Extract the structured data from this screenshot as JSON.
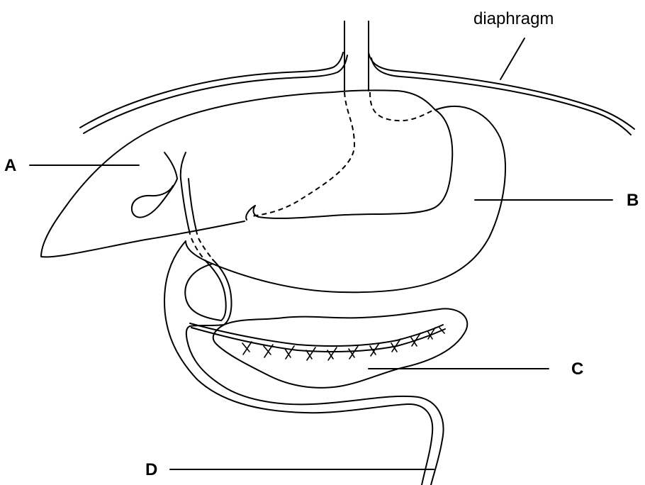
{
  "labels": {
    "diaphragm": "diaphragm",
    "a": "A",
    "b": "B",
    "c": "C",
    "d": "D"
  }
}
